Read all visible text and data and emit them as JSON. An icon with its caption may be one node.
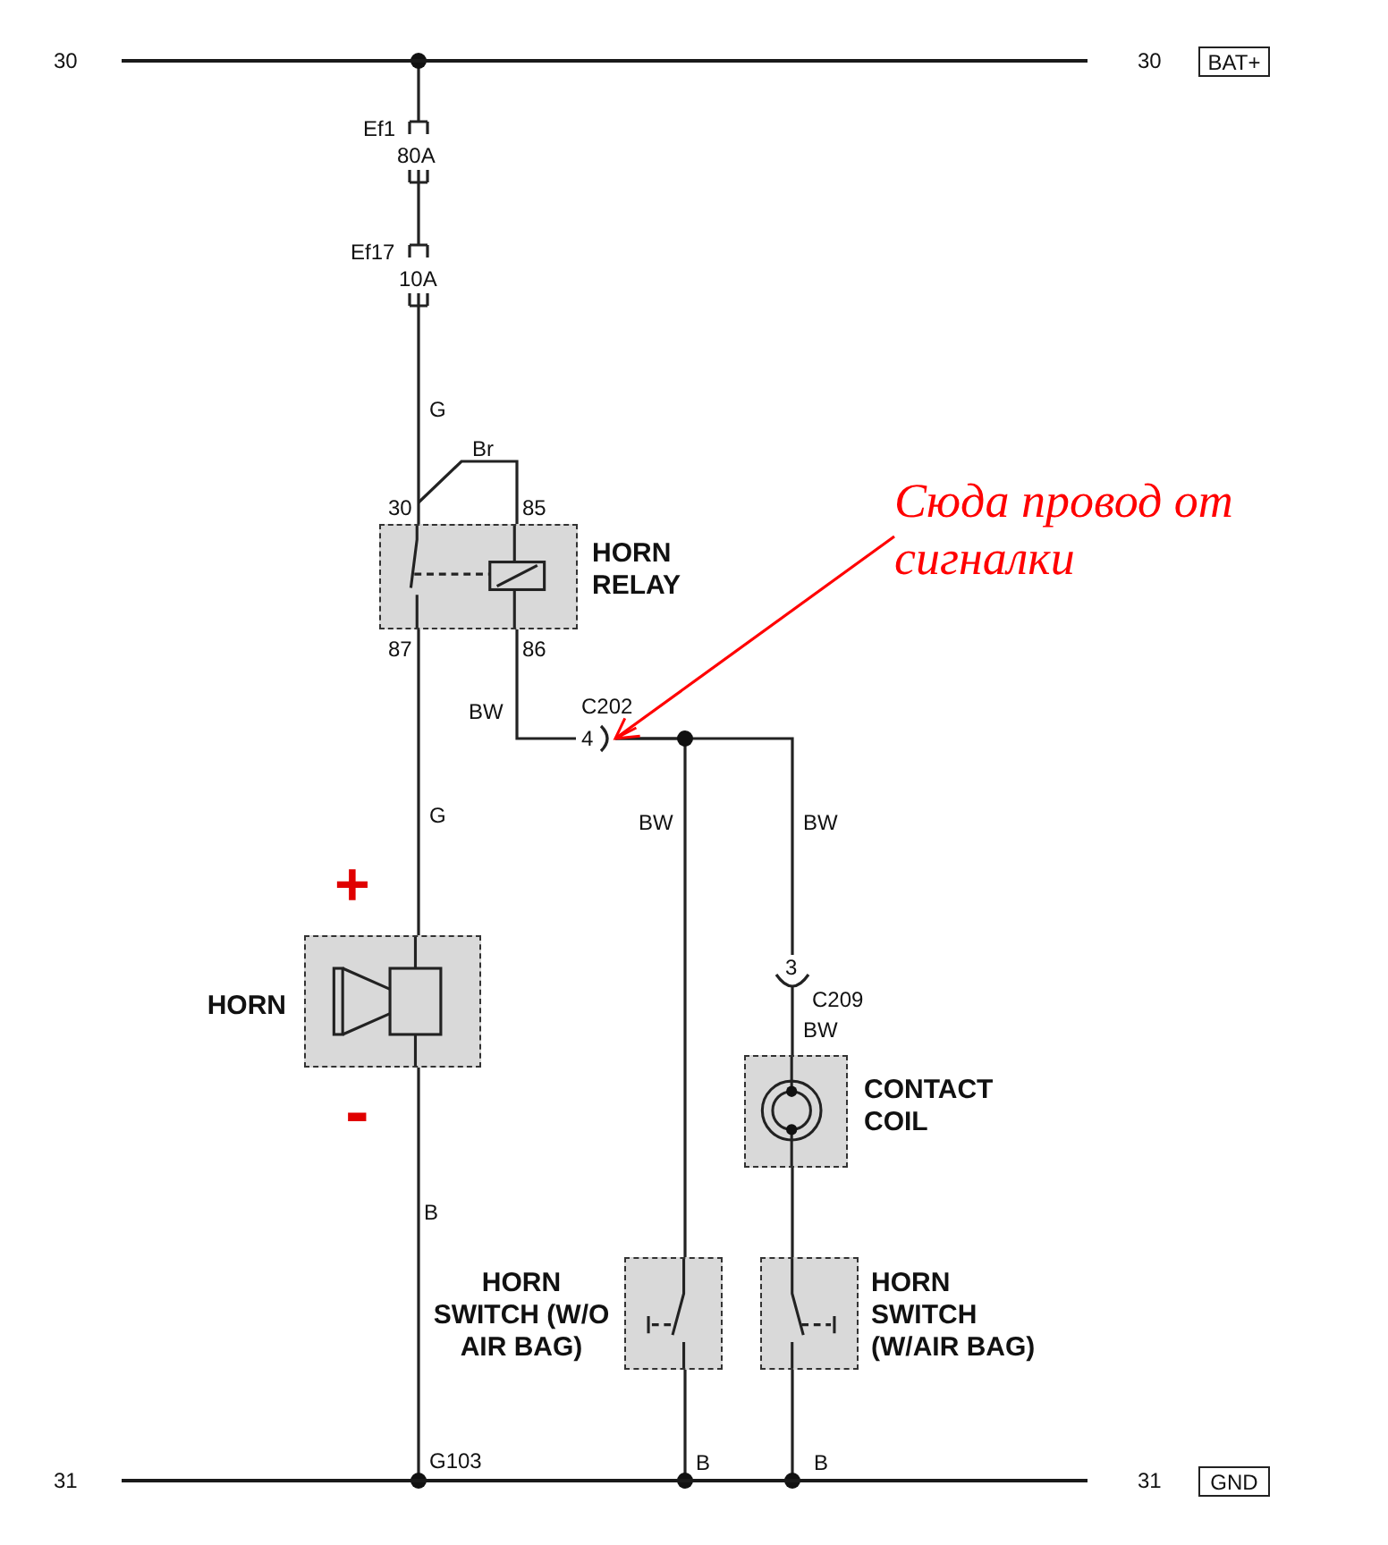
{
  "diagram": {
    "nodes": [
      {
        "text": [],
        "shape": "bar"
      },
      {
        "text": [
          "BAT+"
        ]
      },
      {
        "text": [
          "Ef1",
          "80A"
        ]
      },
      {
        "text": [
          "Ef17",
          "10A"
        ]
      },
      {
        "text": [
          "HORN RELAY"
        ],
        "beside": [
          "30",
          "85",
          "87",
          "86"
        ]
      },
      {
        "text": [
          "HORN"
        ],
        "beside": [
          "+",
          "-"
        ]
      },
      {
        "text": [
          "4"
        ],
        "beside": [
          "C202"
        ]
      },
      {
        "text": [
          "Сюда провод от сигналки"
        ]
      },
      {
        "text": [
          "3"
        ],
        "beside": [
          "C209"
        ]
      },
      {
        "text": [
          "CONTACT COIL"
        ]
      },
      {
        "text": [
          "HORN SWITCH (W/O AIR BAG)"
        ]
      },
      {
        "text": [
          "HORN SWITCH (W/AIR BAG)"
        ]
      },
      {
        "text": [],
        "shape": "bar"
      },
      {
        "text": [
          "GND"
        ]
      }
    ],
    "edges": [
      {
        "from": 0,
        "to": 2,
        "arrow": "none"
      },
      {
        "from": 2,
        "to": 3,
        "arrow": "none"
      },
      {
        "from": 3,
        "to": 4,
        "arrow": "none",
        "label": "G"
      },
      {
        "from": 4,
        "to": 5,
        "arrow": "none",
        "label": "G"
      },
      {
        "from": 4,
        "to": 6,
        "arrow": "none",
        "label": "BW"
      },
      {
        "from": 6,
        "to": 10,
        "arrow": "none",
        "label": "BW"
      },
      {
        "from": 6,
        "to": 8,
        "arrow": "none",
        "label": "BW"
      },
      {
        "from": 8,
        "to": 9,
        "arrow": "none",
        "label": "BW"
      },
      {
        "from": 9,
        "to": 11,
        "arrow": "none"
      },
      {
        "from": 5,
        "to": 12,
        "arrow": "none",
        "label": "B"
      },
      {
        "from": 10,
        "to": 12,
        "arrow": "none",
        "label": "B"
      },
      {
        "from": 11,
        "to": 12,
        "arrow": "none",
        "label": "B"
      },
      {
        "from": 7,
        "to": 6,
        "arrow": "to",
        "color": "#ff0000"
      }
    ],
    "labels": [
      "30",
      "30",
      "Br",
      "G103",
      "31",
      "31"
    ]
  }
}
